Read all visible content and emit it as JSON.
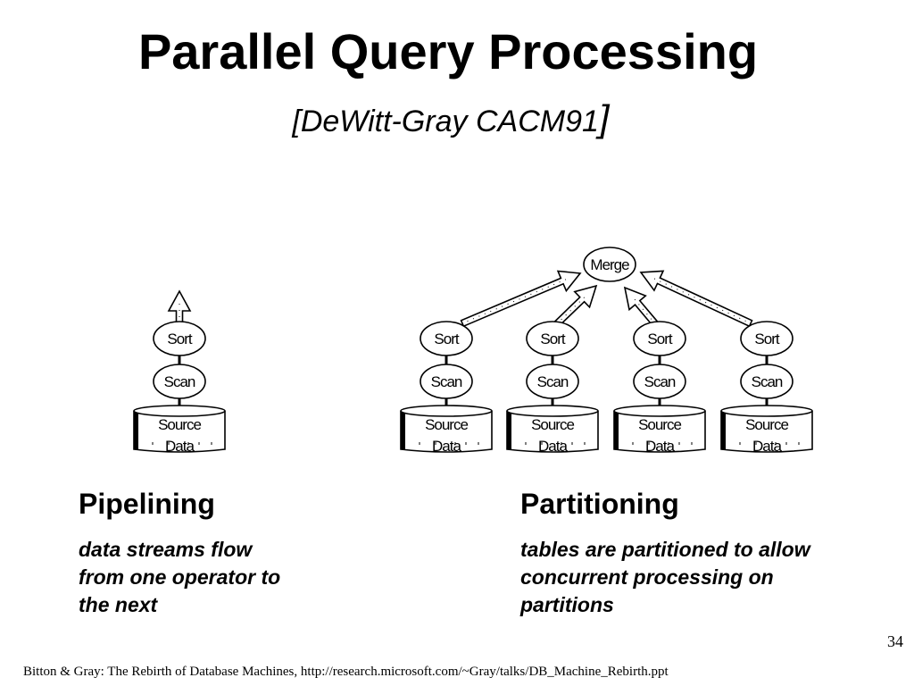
{
  "slide": {
    "title": "Parallel Query Processing",
    "citation": "[DeWitt-Gray CACM91",
    "citation_close": "]"
  },
  "diagram": {
    "merge_label": "Merge",
    "sort_label": "Sort",
    "scan_label": "Scan",
    "source_label_line1": "Source",
    "source_label_line2": "Data"
  },
  "sections": {
    "pipelining": {
      "heading": "Pipelining",
      "description": "data streams flow\nfrom one operator to\nthe next"
    },
    "partitioning": {
      "heading": "Partitioning",
      "description": "tables are partitioned to allow\nconcurrent processing on\npartitions"
    }
  },
  "page_number": "34",
  "footer": "Bitton & Gray: The Rebirth of Database Machines, http://research.microsoft.com/~Gray/talks/DB_Machine_Rebirth.ppt"
}
